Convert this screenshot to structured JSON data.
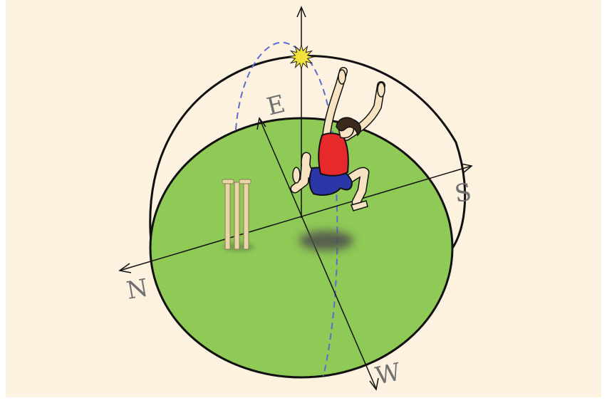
{
  "diagram": {
    "background_color": "#fdf1e0",
    "ground_color": "#8fc956",
    "outline_color": "#111111",
    "sun_path_color": "#5a6ed0",
    "sun_color": "#f2e23a",
    "directions": {
      "east": "E",
      "south": "S",
      "north": "N",
      "west": "W"
    },
    "objects": {
      "sun": "sun-icon",
      "boy": "jumping-boy",
      "stumps": "cricket-stumps",
      "shadow": "boy-shadow"
    }
  }
}
